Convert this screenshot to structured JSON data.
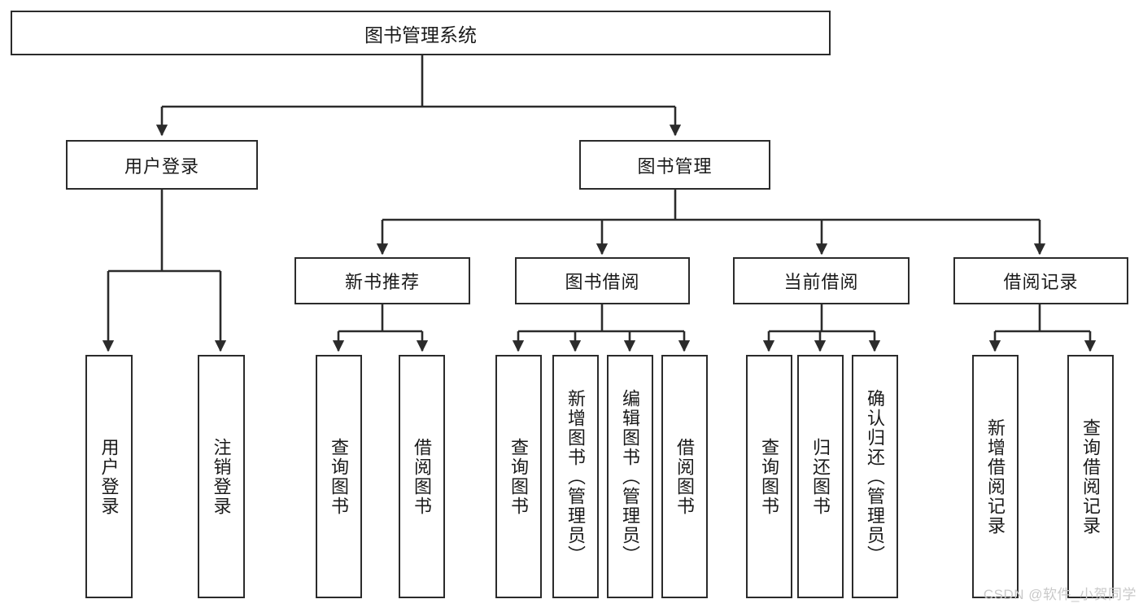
{
  "diagram": {
    "title": "图书管理系统",
    "type": "tree-hierarchy-chart",
    "root": {
      "label": "图书管理系统"
    },
    "level1": [
      {
        "label": "用户登录"
      },
      {
        "label": "图书管理"
      }
    ],
    "level2": [
      {
        "label": "新书推荐"
      },
      {
        "label": "图书借阅"
      },
      {
        "label": "当前借阅"
      },
      {
        "label": "借阅记录"
      }
    ],
    "leaves": {
      "user_login": [
        {
          "label": "用户登录"
        },
        {
          "label": "注销登录"
        }
      ],
      "new_book_recommend": [
        {
          "label": "查询图书"
        },
        {
          "label": "借阅图书"
        }
      ],
      "book_borrow": [
        {
          "label": "查询图书"
        },
        {
          "label": "新增图书（管理员）"
        },
        {
          "label": "编辑图书（管理员）"
        },
        {
          "label": "借阅图书"
        }
      ],
      "current_borrow": [
        {
          "label": "查询图书"
        },
        {
          "label": "归还图书"
        },
        {
          "label": "确认归还（管理员）"
        }
      ],
      "borrow_record": [
        {
          "label": "新增借阅记录"
        },
        {
          "label": "查询借阅记录"
        }
      ]
    }
  },
  "watermark": {
    "text": "CSDN @软件_小贺同学"
  },
  "colors": {
    "border": "#2b2b2b",
    "background": "#ffffff",
    "text": "#1a1a1a",
    "watermark": "#c9c9c9"
  }
}
